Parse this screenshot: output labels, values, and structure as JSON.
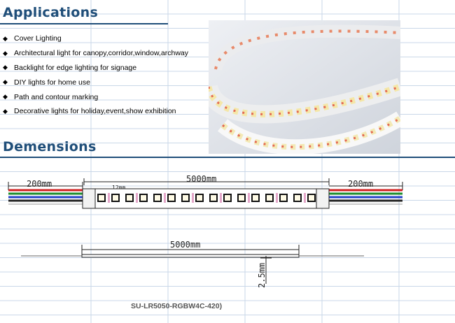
{
  "sections": {
    "applications_title": "Applications",
    "dimensions_title": "Demensions"
  },
  "applications": [
    "Cover Lighting",
    "Architectural light for canopy,corridor,window,archway",
    "Backlight for edge lighting for signage",
    "DIY lights for home use",
    "Path and contour marking",
    "Decorative lights for holiday,event,show  exhibition"
  ],
  "bullet_glyph": "◆",
  "drawing": {
    "lead_left": "200mm",
    "lead_right": "200mm",
    "strip_length": "5000mm",
    "segment": "12mm",
    "side_length": "5000mm",
    "thickness": "2.5mm",
    "model": "SU-LR5050-RGBW4C-420)"
  },
  "colors": {
    "heading": "#1f4e79",
    "grid": "#c9d7e8",
    "wires": [
      "#d11f1f",
      "#1a8a2a",
      "#2442c8",
      "#222222",
      "#ffffff"
    ]
  }
}
